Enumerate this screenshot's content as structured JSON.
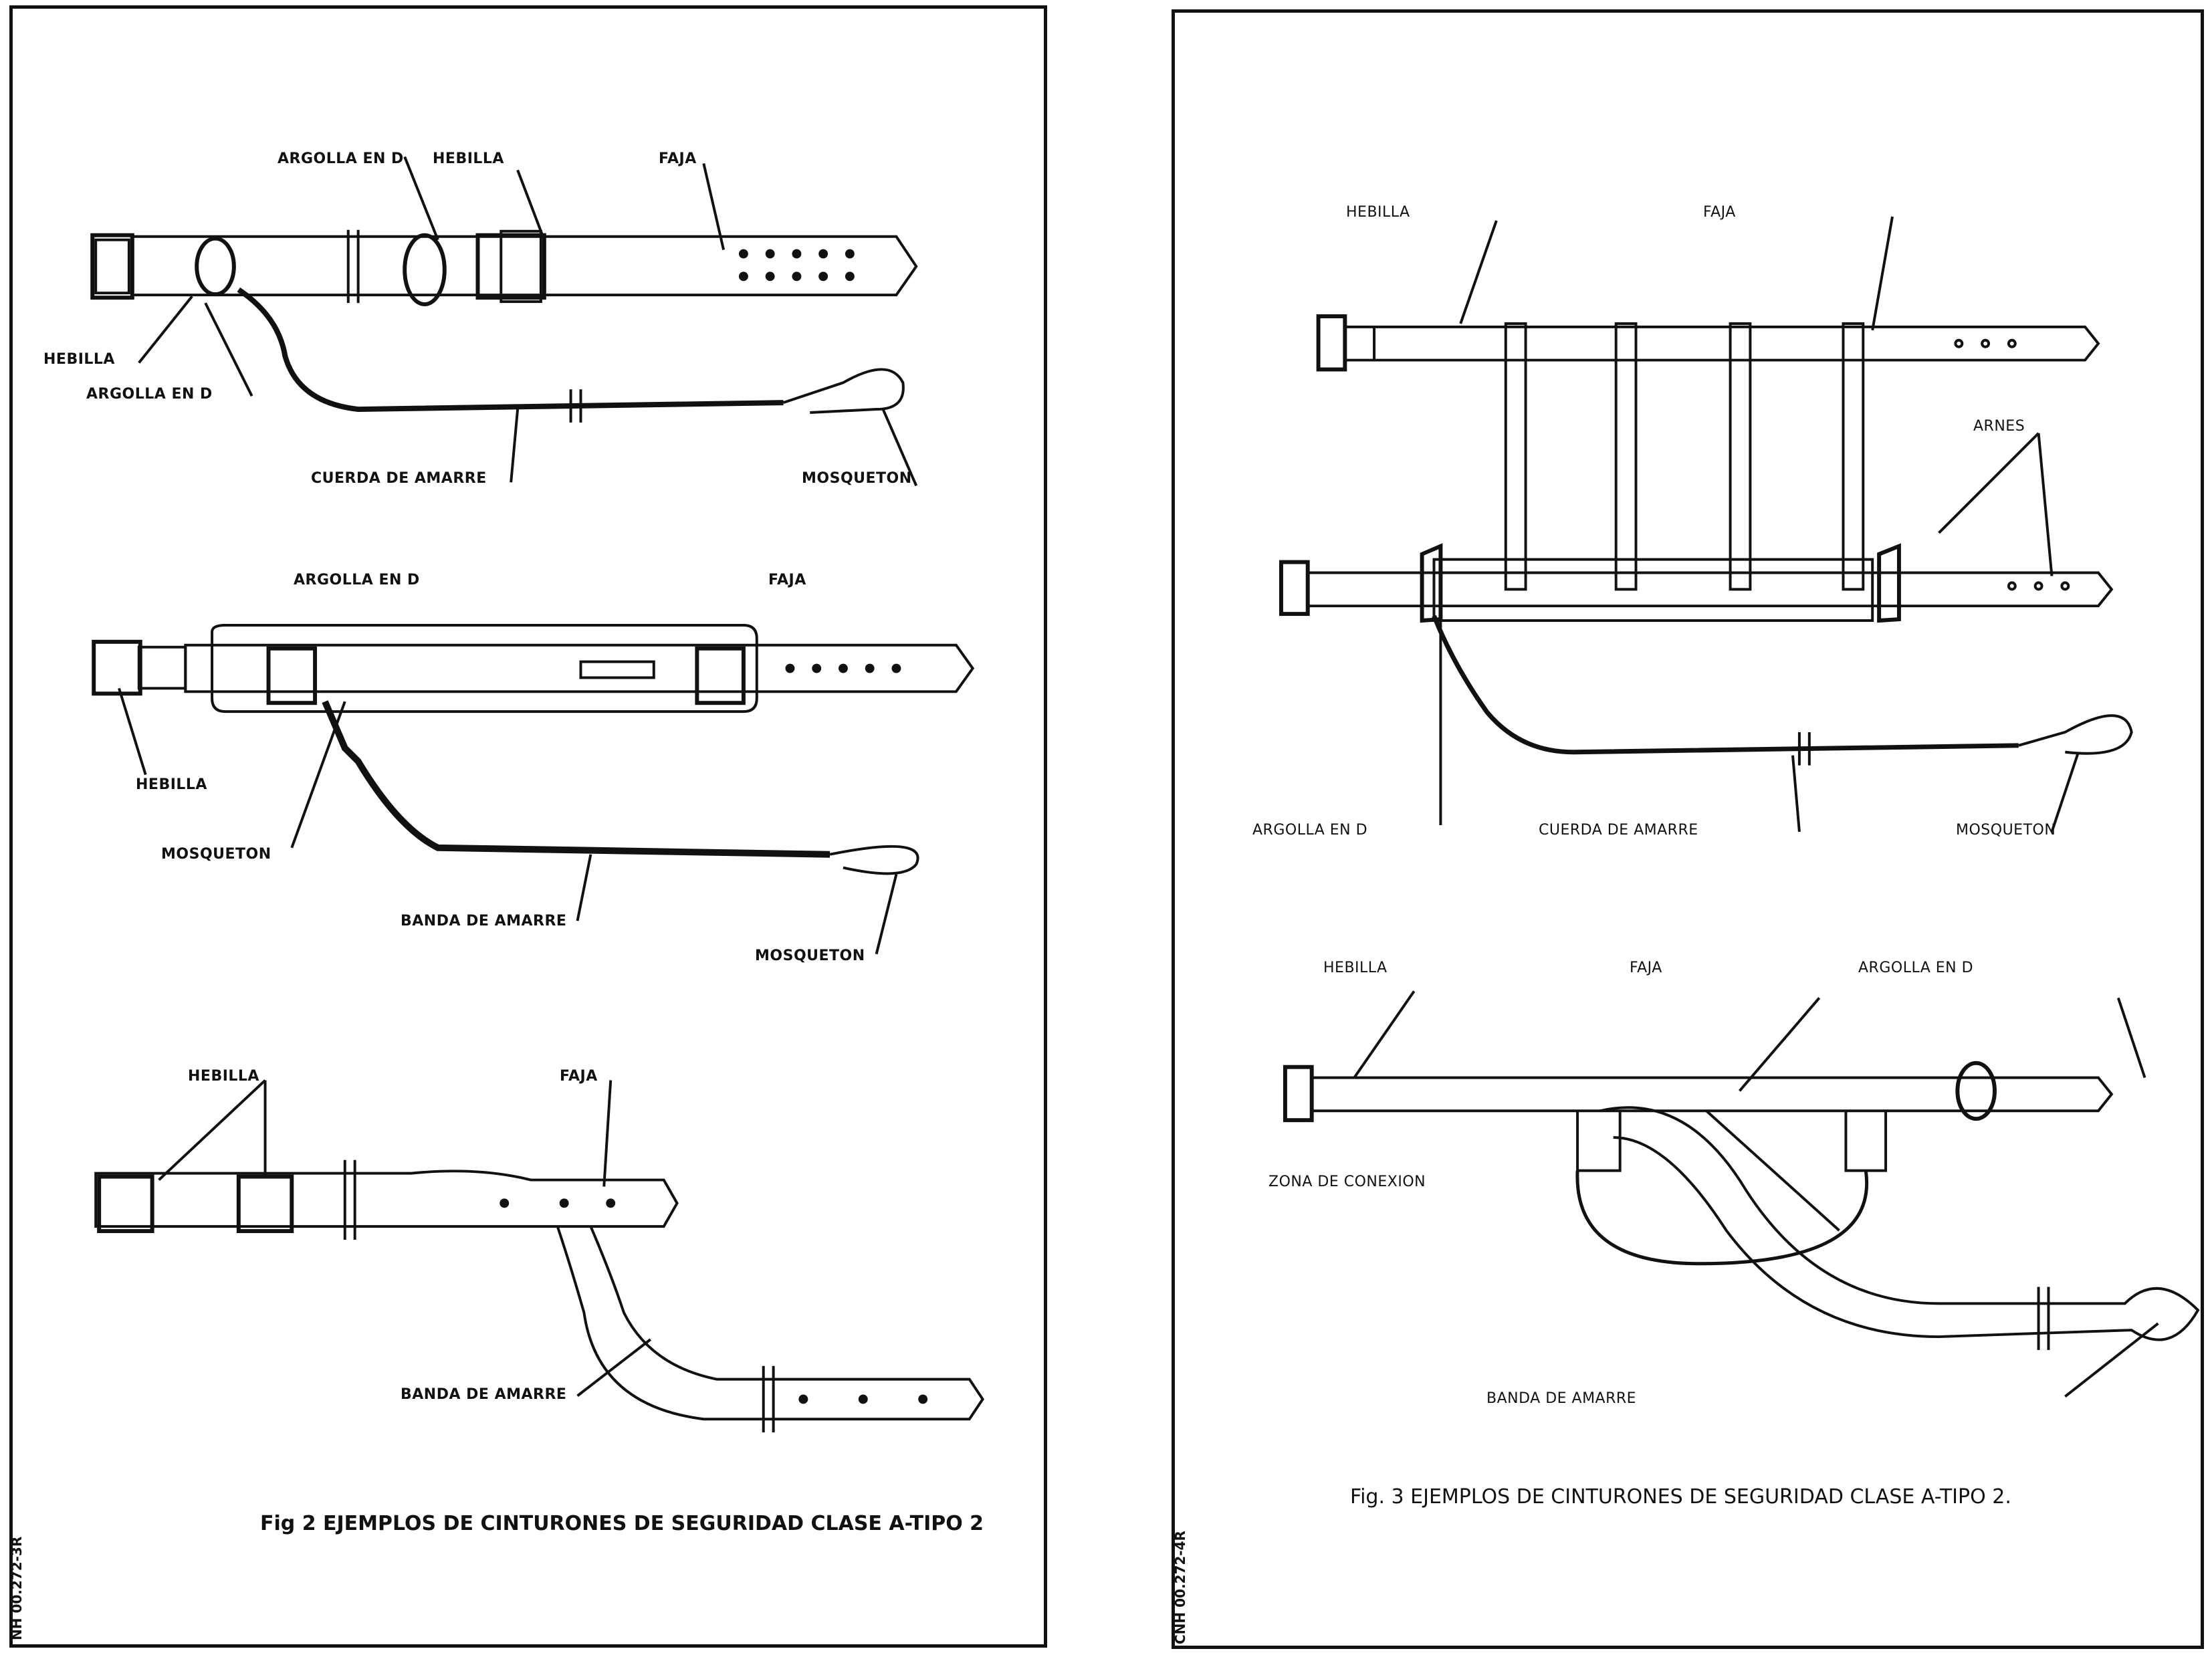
{
  "fig2": {
    "caption": "Fig 2 EJEMPLOS DE CINTURONES DE SEGURIDAD CLASE A-TIPO 2",
    "code": "NH 00.272-3R",
    "example1": {
      "argolla_d_top": "ARGOLLA EN D",
      "hebilla_top": "HEBILLA",
      "faja": "FAJA",
      "hebilla_left": "HEBILLA",
      "argolla_d_left": "ARGOLLA EN D",
      "cuerda": "CUERDA DE AMARRE",
      "mosqueton": "MOSQUETON"
    },
    "example2": {
      "argolla_d": "ARGOLLA EN D",
      "faja": "FAJA",
      "hebilla": "HEBILLA",
      "mosqueton_left": "MOSQUETON",
      "banda": "BANDA DE AMARRE",
      "mosqueton_right": "MOSQUETON"
    },
    "example3": {
      "hebilla": "HEBILLA",
      "faja": "FAJA",
      "banda": "BANDA DE AMARRE"
    }
  },
  "fig3": {
    "caption": "Fig. 3 EJEMPLOS DE CINTURONES DE SEGURIDAD CLASE A-TIPO 2.",
    "code": "CNH 00.272-4R",
    "example1": {
      "hebilla": "HEBILLA",
      "faja": "FAJA",
      "arnes": "ARNES",
      "argolla_d": "ARGOLLA EN D",
      "cuerda": "CUERDA DE AMARRE",
      "mosqueton": "MOSQUETON"
    },
    "example2": {
      "hebilla": "HEBILLA",
      "faja": "FAJA",
      "argolla_d": "ARGOLLA EN D",
      "zona": "ZONA DE CONEXION",
      "banda": "BANDA DE AMARRE"
    }
  }
}
